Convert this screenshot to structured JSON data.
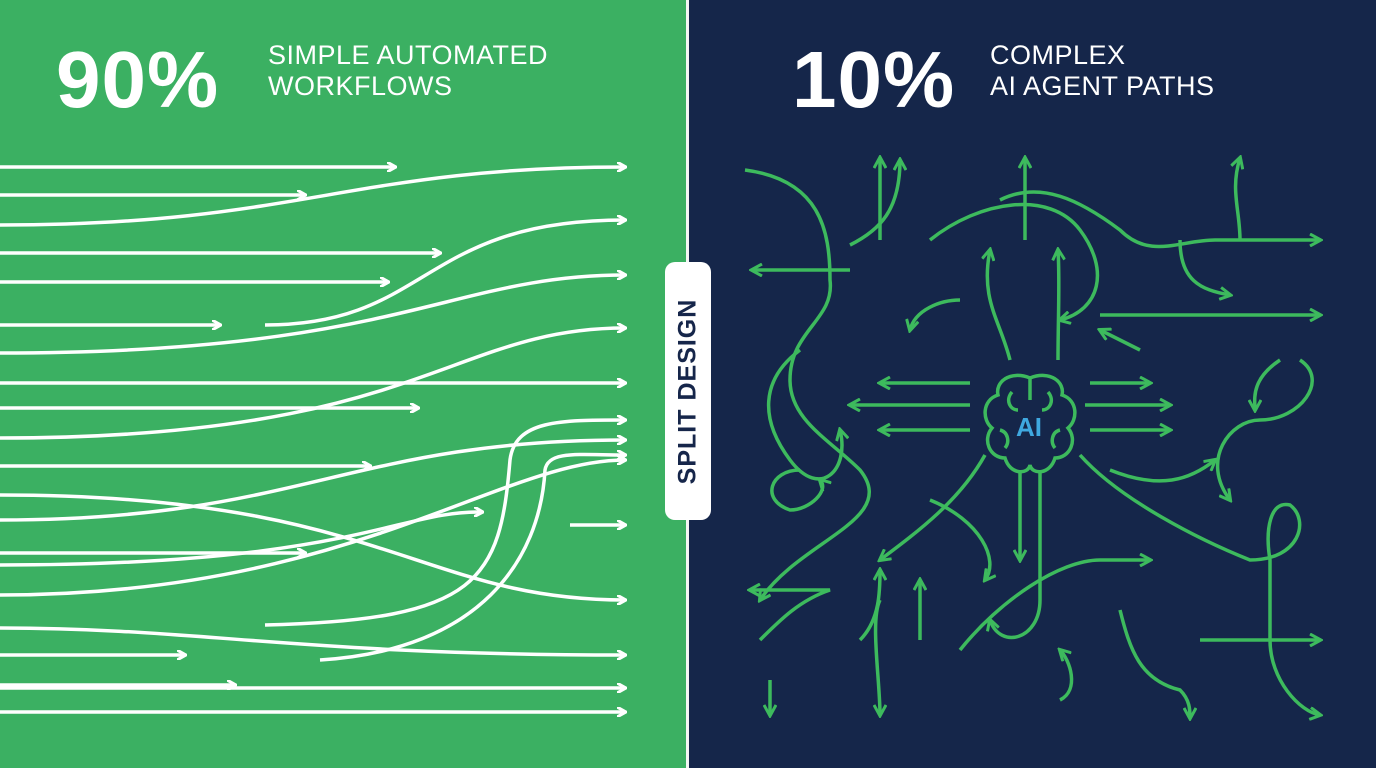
{
  "left": {
    "percent": "90%",
    "label_line1": "SIMPLE AUTOMATED",
    "label_line2": "WORKFLOWS"
  },
  "right": {
    "percent": "10%",
    "label_line1": "COMPLEX",
    "label_line2": "AI AGENT PATHS",
    "center_label": "AI"
  },
  "divider_label": "SPLIT DESIGN",
  "colors": {
    "left_bg": "#3bb062",
    "right_bg": "#15264a",
    "path_green": "#3dba5d",
    "ai_text": "#3fa8e0"
  },
  "icons": {
    "center": "brain-icon"
  }
}
